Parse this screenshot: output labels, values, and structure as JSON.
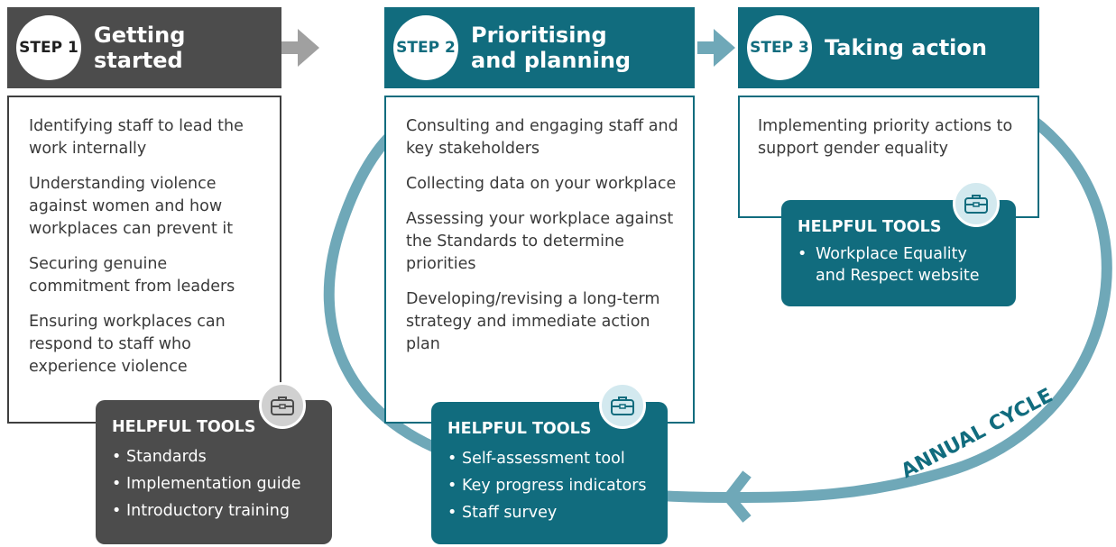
{
  "steps": [
    {
      "badge": "STEP 1",
      "title_lines": [
        "Getting started"
      ],
      "items": [
        "Identifying staff to lead the work internally",
        "Understanding violence against women and how workplaces can prevent it",
        "Securing genuine commitment from leaders",
        "Ensuring workplaces can respond to staff who experience violence"
      ],
      "tools_title": "HELPFUL TOOLS",
      "tools": [
        "Standards",
        "Implementation guide",
        "Introductory training"
      ]
    },
    {
      "badge": "STEP 2",
      "title_lines": [
        "Prioritising",
        "and planning"
      ],
      "items": [
        "Consulting and engaging staff and key stakeholders",
        "Collecting data on your workplace",
        "Assessing your workplace against the Standards to determine priorities",
        "Developing/revising a long-term strategy and immediate action plan"
      ],
      "tools_title": "HELPFUL TOOLS",
      "tools": [
        "Self-assessment tool",
        "Key progress indicators",
        "Staff survey"
      ]
    },
    {
      "badge": "STEP 3",
      "title_lines": [
        "Taking action"
      ],
      "items": [
        "Implementing priority actions to support gender equality"
      ],
      "tools_title": "HELPFUL TOOLS",
      "tools": [
        "Workplace Equality and Respect website"
      ]
    }
  ],
  "cycle_label": "ANNUAL CYCLE",
  "icons": {
    "arrow": "arrow-right-icon",
    "toolbox": "briefcase-icon",
    "cycle": "cycle-arrow-icon"
  },
  "colors": {
    "dark": "#4c4c4c",
    "teal": "#116c7e",
    "cycle": "#6fa8b8",
    "arrow_grey": "#a0a0a0",
    "arrow_teal": "#6fa8b8"
  }
}
